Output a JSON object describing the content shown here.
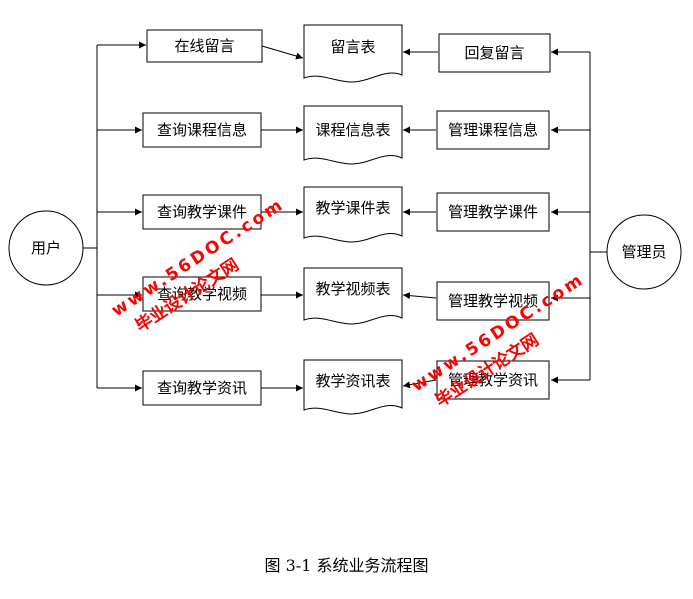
{
  "user": {
    "label": "用户"
  },
  "admin": {
    "label": "管理员"
  },
  "rows": [
    {
      "user_action": "在线留言",
      "table": "留言表",
      "admin_action": "回复留言"
    },
    {
      "user_action": "查询课程信息",
      "table": "课程信息表",
      "admin_action": "管理课程信息"
    },
    {
      "user_action": "查询教学课件",
      "table": "教学课件表",
      "admin_action": "管理教学课件"
    },
    {
      "user_action": "查询教学视频",
      "table": "教学视频表",
      "admin_action": "管理教学视频"
    },
    {
      "user_action": "查询教学资讯",
      "table": "教学资讯表",
      "admin_action": "管理教学资讯"
    }
  ],
  "watermarks": [
    {
      "line1": "毕业设计论文网",
      "line2": "www.56DOC.com"
    },
    {
      "line1": "毕业设计论文网",
      "line2": "www.56DOC.com"
    }
  ],
  "caption": "图 3-1 系统业务流程图",
  "colors": {
    "line": "#000000",
    "watermark": "#ff0000"
  }
}
